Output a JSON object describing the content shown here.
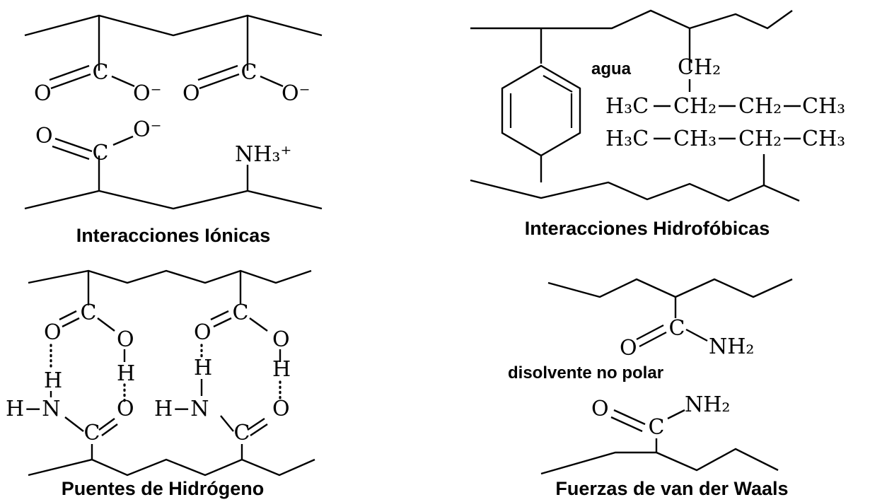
{
  "captions": {
    "ionic": "Interacciones Iónicas",
    "hydrophobic": "Interacciones Hidrofóbicas",
    "hbond": "Puentes de Hidrógeno",
    "vdw": "Fuerzas de van der Waals"
  },
  "notes": {
    "water": "agua",
    "nonpolar_solvent": "disolvente no polar"
  },
  "atoms": {
    "O": "O",
    "C": "C",
    "H": "H",
    "N": "N",
    "O_minus": "O⁻",
    "NH3_plus": "NH₃⁺",
    "NH2": "NH₂",
    "CH2": "CH₂",
    "CH3": "CH₃",
    "H3C": "H₃C",
    "H_N": "H−N"
  }
}
